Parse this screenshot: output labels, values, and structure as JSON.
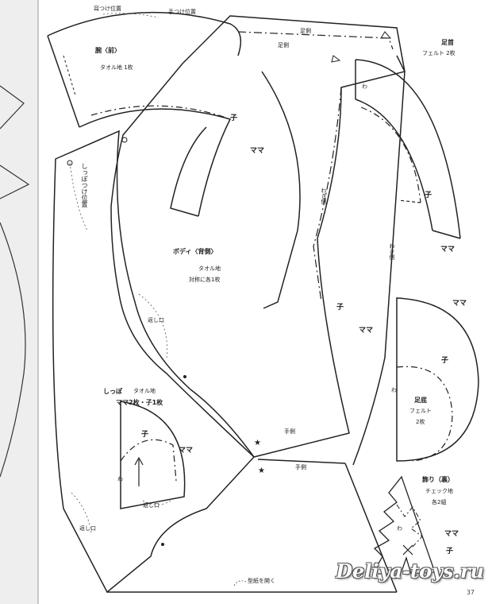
{
  "page": {
    "number": "37",
    "watermark": "Deliya-toys.ru"
  },
  "labels": {
    "ears_position": "耳つけ位置",
    "hands_position": "手つけ位置",
    "foot_side_top": "足側",
    "foot_side_2": "足側",
    "arm_title": "腕〈前〉",
    "arm_material": "タオル地 1枚",
    "ko_arm": "子",
    "mama_arm": "ママ",
    "tail_position": "しっぽつけ位置",
    "body_title": "ボディ〈背側〉",
    "body_material": "タオル地",
    "body_count": "対称に各1枚",
    "turn_mouth_body": "返し口",
    "ko_body": "子",
    "mama_body": "ママ",
    "side_body": "わき側",
    "hand_side_1": "手側",
    "hand_side_2": "手側",
    "tail_title": "しっぽ",
    "tail_material": "タオル地",
    "tail_count": "ママ2枚・子1枚",
    "ko_tail": "子",
    "mama_tail": "ママ",
    "wa_tail": "わ",
    "turn_mouth_tail": "返し口",
    "turn_mouth_left": "返し口",
    "open_paper": "型紙を開く",
    "instep_title": "足首",
    "instep_material": "フェルト 2枚",
    "wa_instep": "わ",
    "ko_instep": "子",
    "mama_instep": "ママ",
    "side_instep": "わき側",
    "sole_title": "足底",
    "sole_material": "フェルト",
    "sole_count": "2枚",
    "mama_sole": "ママ",
    "ko_sole": "子",
    "wa_sole": "わ",
    "mama_sole_left": "ママ",
    "ribbon_title": "飾り（裏）",
    "ribbon_material": "チェック地",
    "ribbon_count": "各2組",
    "mama_ribbon": "ママ",
    "ko_ribbon": "子",
    "wa_ribbon": "わ"
  }
}
